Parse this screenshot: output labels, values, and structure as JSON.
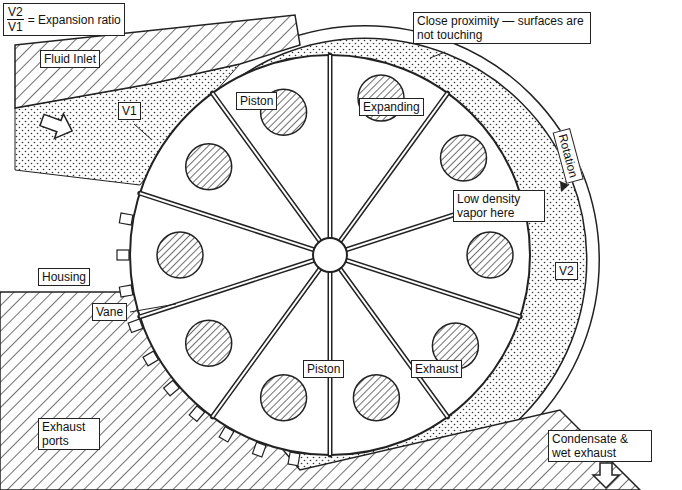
{
  "diagram": {
    "nodes": [
      {
        "text": [
          "V2",
          "V1",
          "= Expansion ratio"
        ]
      },
      {
        "text": [
          "Close proximity — surfaces are not touching"
        ]
      },
      {
        "text": [
          "Fluid Inlet"
        ]
      },
      {
        "text": [
          "V1"
        ]
      },
      {
        "text": [
          "Piston"
        ]
      },
      {
        "text": [
          "Expanding"
        ]
      },
      {
        "text": [
          "Rotation"
        ]
      },
      {
        "text": [
          "Low density vapor here"
        ]
      },
      {
        "text": [
          "V2"
        ]
      },
      {
        "text": [
          "Housing"
        ]
      },
      {
        "text": [
          "Vane"
        ]
      },
      {
        "text": [
          "Piston"
        ]
      },
      {
        "text": [
          "Exhaust"
        ]
      },
      {
        "text": [
          "Exhaust ports"
        ]
      },
      {
        "text": [
          "Condensate & wet exhaust"
        ]
      }
    ]
  }
}
